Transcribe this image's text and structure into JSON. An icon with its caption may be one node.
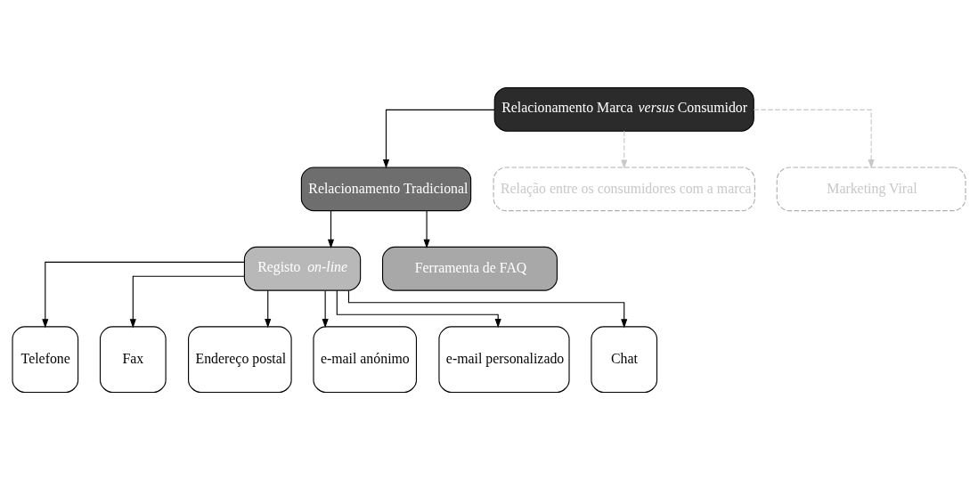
{
  "diagram": {
    "nodes": [
      {
        "text": [
          "Relacionamento Marca *versus* Consumidor"
        ]
      },
      {
        "text": [
          "Relacionamento Tradicional"
        ]
      },
      {
        "text": [
          "Relação entre os consumidores com a marca"
        ]
      },
      {
        "text": [
          "Marketing Viral"
        ]
      },
      {
        "text": [
          "Registo *on-line*"
        ]
      },
      {
        "text": [
          "Ferramenta de FAQ"
        ]
      },
      {
        "text": [
          "Telefone"
        ]
      },
      {
        "text": [
          "Fax"
        ]
      },
      {
        "text": [
          "Endereço postal"
        ]
      },
      {
        "text": [
          "e-mail anónimo"
        ]
      },
      {
        "text": [
          "e-mail personalizado"
        ]
      },
      {
        "text": [
          "Chat"
        ]
      }
    ],
    "edges": [
      {
        "from": 0,
        "to": 1,
        "arrow": "to"
      },
      {
        "from": 0,
        "to": 2,
        "arrow": "to",
        "style": "dashed",
        "color": "#c8c8c8"
      },
      {
        "from": 0,
        "to": 3,
        "arrow": "to",
        "style": "dashed",
        "color": "#c8c8c8"
      },
      {
        "from": 1,
        "to": 4,
        "arrow": "to"
      },
      {
        "from": 1,
        "to": 5,
        "arrow": "to"
      },
      {
        "from": 4,
        "to": 6,
        "arrow": "to"
      },
      {
        "from": 4,
        "to": 7,
        "arrow": "to"
      },
      {
        "from": 4,
        "to": 8,
        "arrow": "to"
      },
      {
        "from": 4,
        "to": 9,
        "arrow": "to"
      },
      {
        "from": 4,
        "to": 10,
        "arrow": "to"
      },
      {
        "from": 4,
        "to": 11,
        "arrow": "to"
      }
    ]
  }
}
